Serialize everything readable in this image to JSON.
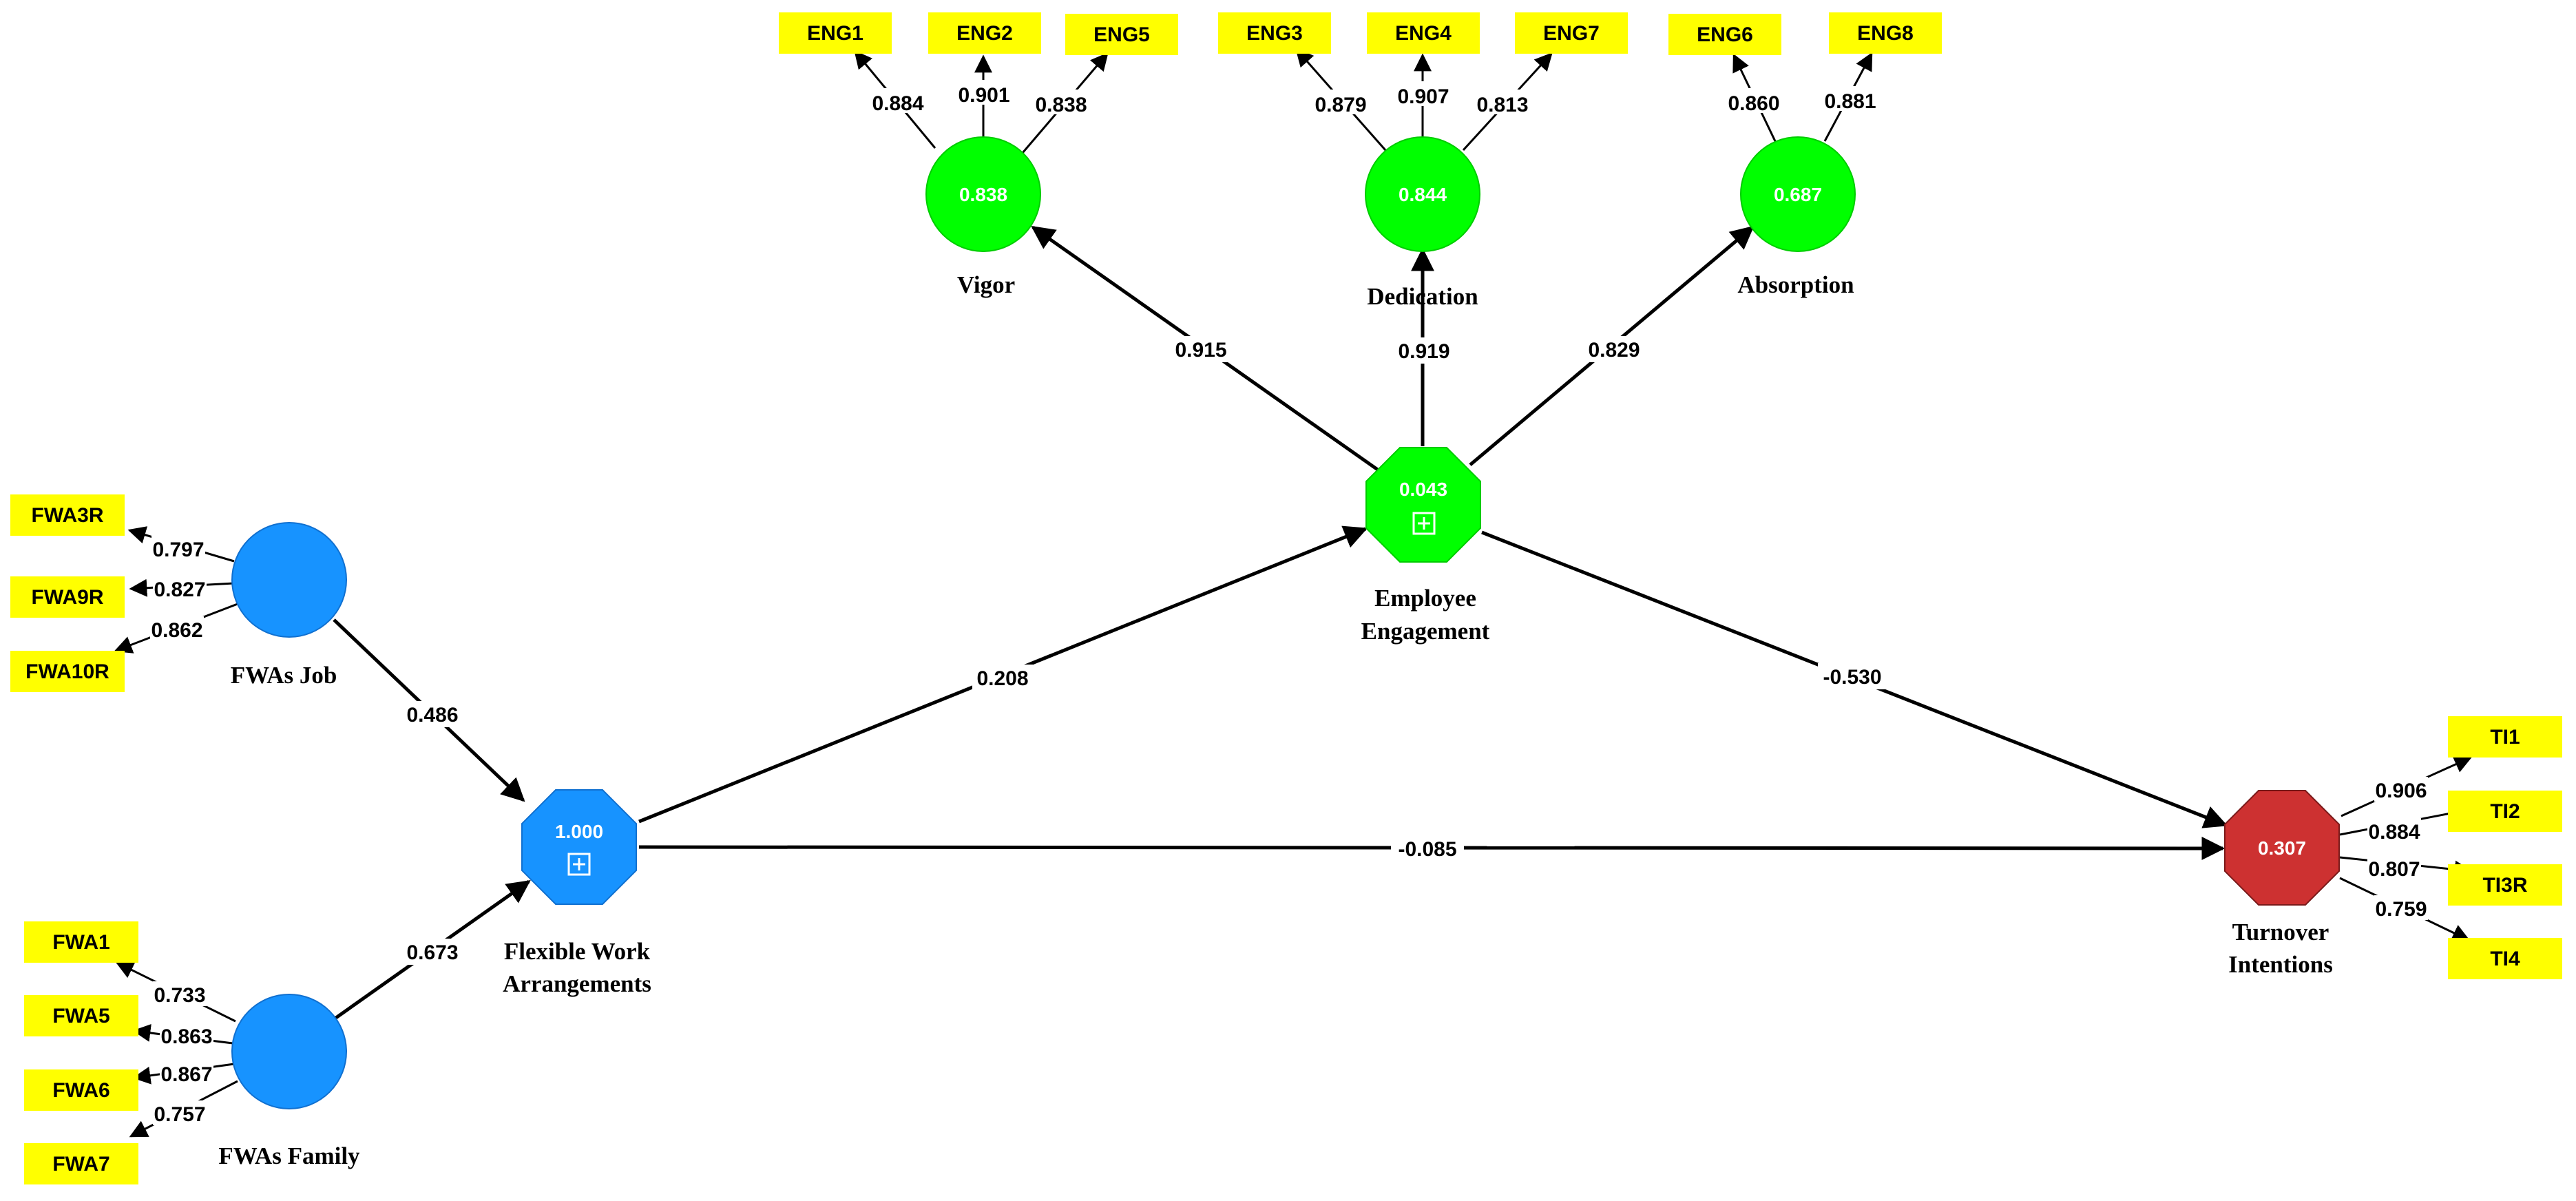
{
  "colors": {
    "engagement": "#00ff00",
    "flexible": "#1793ff",
    "turnover": "#cd3131",
    "indicator": "#ffff00"
  },
  "constructs": {
    "vigor": {
      "label": [
        "Vigor"
      ],
      "value": "0.838"
    },
    "dedication": {
      "label": [
        "Dedication"
      ],
      "value": "0.844"
    },
    "absorption": {
      "label": [
        "Absorption"
      ],
      "value": "0.687"
    },
    "employee_engagement": {
      "label": [
        "Employee",
        "Engagement"
      ],
      "value": "0.043",
      "expand_icon": "plus-square-icon"
    },
    "fwas_job": {
      "label": [
        "FWAs Job"
      ],
      "value": ""
    },
    "fwas_family": {
      "label": [
        "FWAs Family"
      ],
      "value": ""
    },
    "flexible_work_arrangements": {
      "label": [
        "Flexible Work",
        "Arrangements"
      ],
      "value": "1.000",
      "expand_icon": "plus-square-icon"
    },
    "turnover_intentions": {
      "label": [
        "Turnover",
        "Intentions"
      ],
      "value": "0.307"
    }
  },
  "indicators": {
    "vigor": [
      {
        "name": "ENG1",
        "loading": "0.884"
      },
      {
        "name": "ENG2",
        "loading": "0.901"
      },
      {
        "name": "ENG5",
        "loading": "0.838"
      }
    ],
    "dedication": [
      {
        "name": "ENG3",
        "loading": "0.879"
      },
      {
        "name": "ENG4",
        "loading": "0.907"
      },
      {
        "name": "ENG7",
        "loading": "0.813"
      }
    ],
    "absorption": [
      {
        "name": "ENG6",
        "loading": "0.860"
      },
      {
        "name": "ENG8",
        "loading": "0.881"
      }
    ],
    "fwas_job": [
      {
        "name": "FWA3R",
        "loading": "0.797"
      },
      {
        "name": "FWA9R",
        "loading": "0.827"
      },
      {
        "name": "FWA10R",
        "loading": "0.862"
      }
    ],
    "fwas_family": [
      {
        "name": "FWA1",
        "loading": "0.733"
      },
      {
        "name": "FWA5",
        "loading": "0.863"
      },
      {
        "name": "FWA6",
        "loading": "0.867"
      },
      {
        "name": "FWA7",
        "loading": "0.757"
      }
    ],
    "turnover_intentions": [
      {
        "name": "TI1",
        "loading": "0.906"
      },
      {
        "name": "TI2",
        "loading": "0.884"
      },
      {
        "name": "TI3R",
        "loading": "0.807"
      },
      {
        "name": "TI4",
        "loading": "0.759"
      }
    ]
  },
  "paths": {
    "ee_to_vigor": "0.915",
    "ee_to_dedication": "0.919",
    "ee_to_absorption": "0.829",
    "fwasjob_to_fwa": "0.486",
    "fwasfamily_to_fwa": "0.673",
    "fwa_to_ee": "0.208",
    "ee_to_ti": "-0.530",
    "fwa_to_ti": "-0.085"
  }
}
